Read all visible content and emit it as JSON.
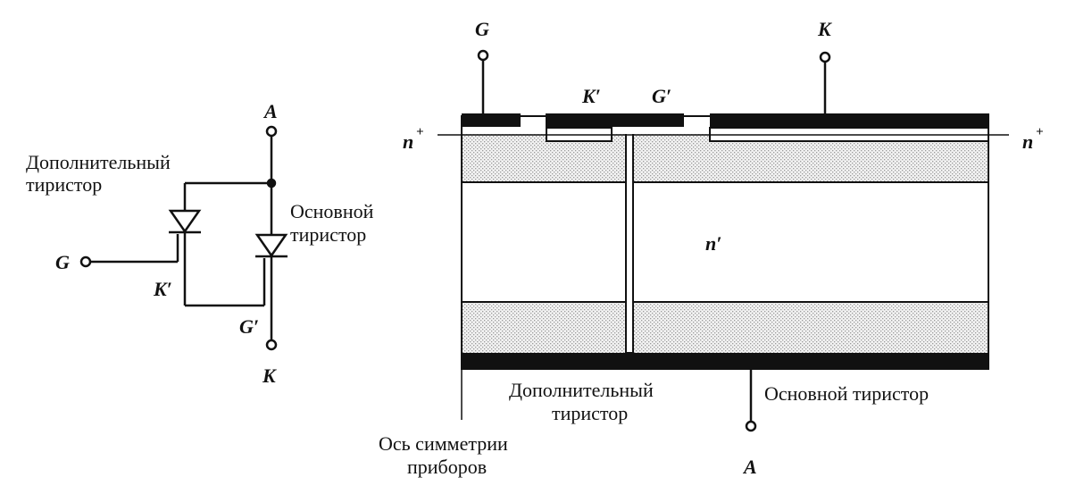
{
  "circuit": {
    "anode_label": "A",
    "cathode_label": "K",
    "gate_label": "G",
    "aux_cathode_label": "K′",
    "aux_gate_label": "G′",
    "aux_thyristor_label_line1": "Дополнительный",
    "aux_thyristor_label_line2": "тиристор",
    "main_thyristor_label_line1": "Основной",
    "main_thyristor_label_line2": "тиристор"
  },
  "structure": {
    "gate_label": "G",
    "cathode_label": "K",
    "aux_cathode_label": "K′",
    "aux_gate_label": "G′",
    "nplus_left": "n",
    "nplus_right": "n",
    "nplus_superscript": "+",
    "n_base_label": "n′",
    "anode_label": "A",
    "aux_thyristor_label_line1": "Дополнительный",
    "aux_thyristor_label_line2": "тиристор",
    "main_thyristor_label": "Основной тиристор",
    "symmetry_axis_label_line1": "Ось симметрии",
    "symmetry_axis_label_line2": "приборов"
  },
  "colors": {
    "metal": "#111111",
    "p_layer_fill": "#e8e8e8",
    "line": "#111111"
  }
}
